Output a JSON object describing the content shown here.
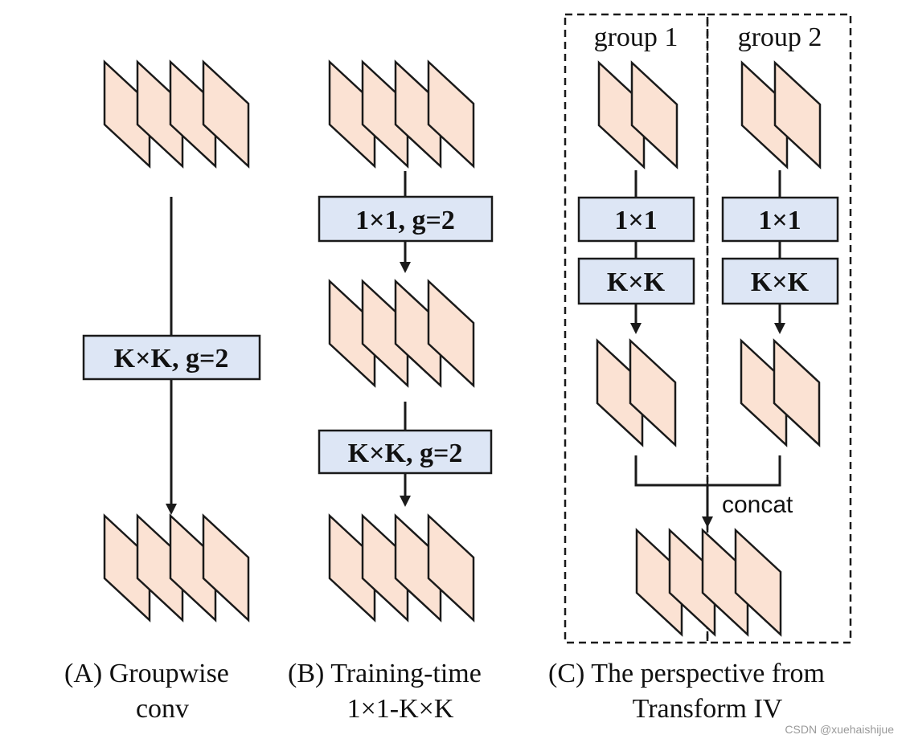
{
  "panels": {
    "a": {
      "op": "K×K, g=2",
      "caption_line1": "(A)  Groupwise",
      "caption_line2": "conv"
    },
    "b": {
      "op1": "1×1, g=2",
      "op2": "K×K, g=2",
      "caption_line1": "(B) Training-time",
      "caption_line2": "1×1-K×K"
    },
    "c": {
      "group1": "group 1",
      "group2": "group 2",
      "op1": "1×1",
      "op2": "K×K",
      "concat": "concat",
      "caption_line1": "(C) The perspective from",
      "caption_line2": "Transform IV"
    }
  },
  "watermark": "CSDN @xuehaishijue",
  "colors": {
    "feature_map_fill": "#fbe2d3",
    "op_box_fill": "#dde6f5",
    "stroke": "#1a1a1a"
  }
}
